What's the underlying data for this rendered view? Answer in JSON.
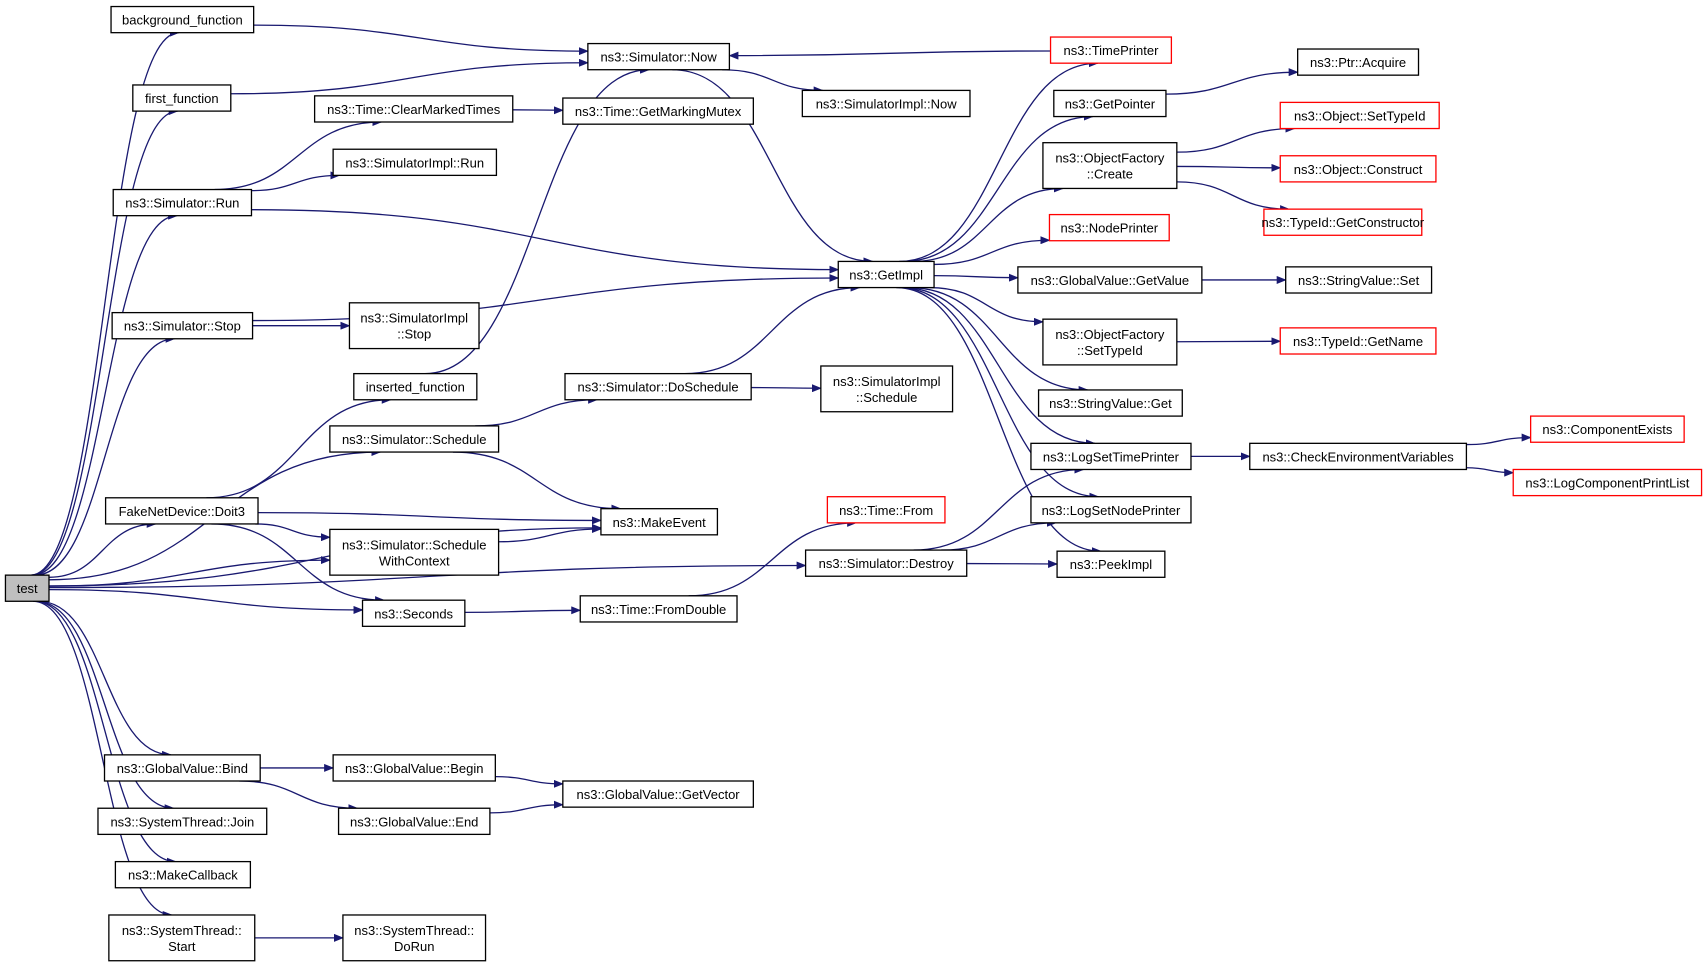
{
  "graph": {
    "title": "",
    "edge_color": "#191970",
    "node_border_color": "#000000",
    "external_border_color": "#ff0000",
    "current_fill": "#bfbfbf",
    "nodes": [
      {
        "id": "test",
        "label": "test",
        "current": true
      },
      {
        "id": "background_function",
        "label": "background_function"
      },
      {
        "id": "first_function",
        "label": "first_function"
      },
      {
        "id": "sim_run",
        "label": "ns3::Simulator::Run"
      },
      {
        "id": "sim_stop",
        "label": "ns3::Simulator::Stop"
      },
      {
        "id": "inserted_function",
        "label": "inserted_function"
      },
      {
        "id": "sim_schedule",
        "label": "ns3::Simulator::Schedule"
      },
      {
        "id": "doit3",
        "label": "FakeNetDevice::Doit3"
      },
      {
        "id": "sim_swc",
        "label": "ns3::Simulator::Schedule\nWithContext"
      },
      {
        "id": "seconds",
        "label": "ns3::Seconds"
      },
      {
        "id": "gv_bind",
        "label": "ns3::GlobalValue::Bind"
      },
      {
        "id": "st_join",
        "label": "ns3::SystemThread::Join"
      },
      {
        "id": "make_callback",
        "label": "ns3::MakeCallback"
      },
      {
        "id": "st_start",
        "label": "ns3::SystemThread::\nStart"
      },
      {
        "id": "sim_now",
        "label": "ns3::Simulator::Now"
      },
      {
        "id": "time_cmt",
        "label": "ns3::Time::ClearMarkedTimes"
      },
      {
        "id": "si_run",
        "label": "ns3::SimulatorImpl::Run"
      },
      {
        "id": "si_stop",
        "label": "ns3::SimulatorImpl\n::Stop"
      },
      {
        "id": "sim_dosched",
        "label": "ns3::Simulator::DoSchedule"
      },
      {
        "id": "make_event",
        "label": "ns3::MakeEvent"
      },
      {
        "id": "time_fromdouble",
        "label": "ns3::Time::FromDouble"
      },
      {
        "id": "gv_begin",
        "label": "ns3::GlobalValue::Begin"
      },
      {
        "id": "gv_end",
        "label": "ns3::GlobalValue::End"
      },
      {
        "id": "st_dorun",
        "label": "ns3::SystemThread::\nDoRun"
      },
      {
        "id": "si_now",
        "label": "ns3::SimulatorImpl::Now"
      },
      {
        "id": "time_gmm",
        "label": "ns3::Time::GetMarkingMutex"
      },
      {
        "id": "si_schedule",
        "label": "ns3::SimulatorImpl\n::Schedule"
      },
      {
        "id": "time_from",
        "label": "ns3::Time::From",
        "external": true
      },
      {
        "id": "sim_destroy",
        "label": "ns3::Simulator::Destroy"
      },
      {
        "id": "gv_getvector",
        "label": "ns3::GlobalValue::GetVector"
      },
      {
        "id": "getimpl",
        "label": "ns3::GetImpl"
      },
      {
        "id": "timeprinter",
        "label": "ns3::TimePrinter",
        "external": true
      },
      {
        "id": "getpointer",
        "label": "ns3::GetPointer"
      },
      {
        "id": "of_create",
        "label": "ns3::ObjectFactory\n::Create"
      },
      {
        "id": "nodeprinter",
        "label": "ns3::NodePrinter",
        "external": true
      },
      {
        "id": "gv_getvalue",
        "label": "ns3::GlobalValue::GetValue"
      },
      {
        "id": "of_settypeid",
        "label": "ns3::ObjectFactory\n::SetTypeId"
      },
      {
        "id": "sv_get",
        "label": "ns3::StringValue::Get"
      },
      {
        "id": "logsettimeprinter",
        "label": "ns3::LogSetTimePrinter"
      },
      {
        "id": "logsetnodeprinter",
        "label": "ns3::LogSetNodePrinter"
      },
      {
        "id": "peekimpl",
        "label": "ns3::PeekImpl"
      },
      {
        "id": "ptr_acquire",
        "label": "ns3::Ptr::Acquire"
      },
      {
        "id": "obj_settypeid",
        "label": "ns3::Object::SetTypeId",
        "external": true
      },
      {
        "id": "obj_construct",
        "label": "ns3::Object::Construct",
        "external": true
      },
      {
        "id": "tid_getconstructor",
        "label": "ns3::TypeId::GetConstructor",
        "external": true
      },
      {
        "id": "sv_set",
        "label": "ns3::StringValue::Set"
      },
      {
        "id": "tid_getname",
        "label": "ns3::TypeId::GetName",
        "external": true
      },
      {
        "id": "checkenv",
        "label": "ns3::CheckEnvironmentVariables"
      },
      {
        "id": "componentexists",
        "label": "ns3::ComponentExists",
        "external": true
      },
      {
        "id": "logcomponentprintlist",
        "label": "ns3::LogComponentPrintList",
        "external": true
      }
    ],
    "edges": [
      [
        "test",
        "background_function"
      ],
      [
        "test",
        "first_function"
      ],
      [
        "test",
        "sim_run"
      ],
      [
        "test",
        "sim_stop"
      ],
      [
        "test",
        "sim_schedule"
      ],
      [
        "test",
        "doit3"
      ],
      [
        "test",
        "sim_swc"
      ],
      [
        "test",
        "seconds"
      ],
      [
        "test",
        "make_event"
      ],
      [
        "test",
        "sim_destroy"
      ],
      [
        "test",
        "gv_bind"
      ],
      [
        "test",
        "st_join"
      ],
      [
        "test",
        "make_callback"
      ],
      [
        "test",
        "st_start"
      ],
      [
        "background_function",
        "sim_now"
      ],
      [
        "first_function",
        "sim_now"
      ],
      [
        "sim_run",
        "time_cmt"
      ],
      [
        "sim_run",
        "si_run"
      ],
      [
        "sim_run",
        "getimpl"
      ],
      [
        "sim_stop",
        "getimpl"
      ],
      [
        "sim_stop",
        "si_stop"
      ],
      [
        "inserted_function",
        "sim_now"
      ],
      [
        "sim_schedule",
        "sim_dosched"
      ],
      [
        "sim_schedule",
        "make_event"
      ],
      [
        "doit3",
        "inserted_function"
      ],
      [
        "doit3",
        "make_event"
      ],
      [
        "doit3",
        "sim_swc"
      ],
      [
        "doit3",
        "seconds"
      ],
      [
        "sim_swc",
        "make_event"
      ],
      [
        "seconds",
        "time_fromdouble"
      ],
      [
        "gv_bind",
        "gv_begin"
      ],
      [
        "gv_bind",
        "gv_end"
      ],
      [
        "st_start",
        "st_dorun"
      ],
      [
        "sim_now",
        "si_now"
      ],
      [
        "sim_now",
        "getimpl"
      ],
      [
        "time_cmt",
        "time_gmm"
      ],
      [
        "sim_dosched",
        "getimpl"
      ],
      [
        "sim_dosched",
        "si_schedule"
      ],
      [
        "time_fromdouble",
        "time_from"
      ],
      [
        "gv_begin",
        "gv_getvector"
      ],
      [
        "gv_end",
        "gv_getvector"
      ],
      [
        "timeprinter",
        "sim_now"
      ],
      [
        "getimpl",
        "timeprinter"
      ],
      [
        "getimpl",
        "getpointer"
      ],
      [
        "getimpl",
        "of_create"
      ],
      [
        "getimpl",
        "nodeprinter"
      ],
      [
        "getimpl",
        "gv_getvalue"
      ],
      [
        "getimpl",
        "of_settypeid"
      ],
      [
        "getimpl",
        "sv_get"
      ],
      [
        "getimpl",
        "logsettimeprinter"
      ],
      [
        "getimpl",
        "logsetnodeprinter"
      ],
      [
        "getimpl",
        "peekimpl"
      ],
      [
        "sim_destroy",
        "logsettimeprinter"
      ],
      [
        "sim_destroy",
        "logsetnodeprinter"
      ],
      [
        "sim_destroy",
        "peekimpl"
      ],
      [
        "getpointer",
        "ptr_acquire"
      ],
      [
        "of_create",
        "obj_settypeid"
      ],
      [
        "of_create",
        "obj_construct"
      ],
      [
        "of_create",
        "tid_getconstructor"
      ],
      [
        "gv_getvalue",
        "sv_set"
      ],
      [
        "of_settypeid",
        "tid_getname"
      ],
      [
        "logsettimeprinter",
        "checkenv"
      ],
      [
        "checkenv",
        "componentexists"
      ],
      [
        "checkenv",
        "logcomponentprintlist"
      ]
    ]
  }
}
